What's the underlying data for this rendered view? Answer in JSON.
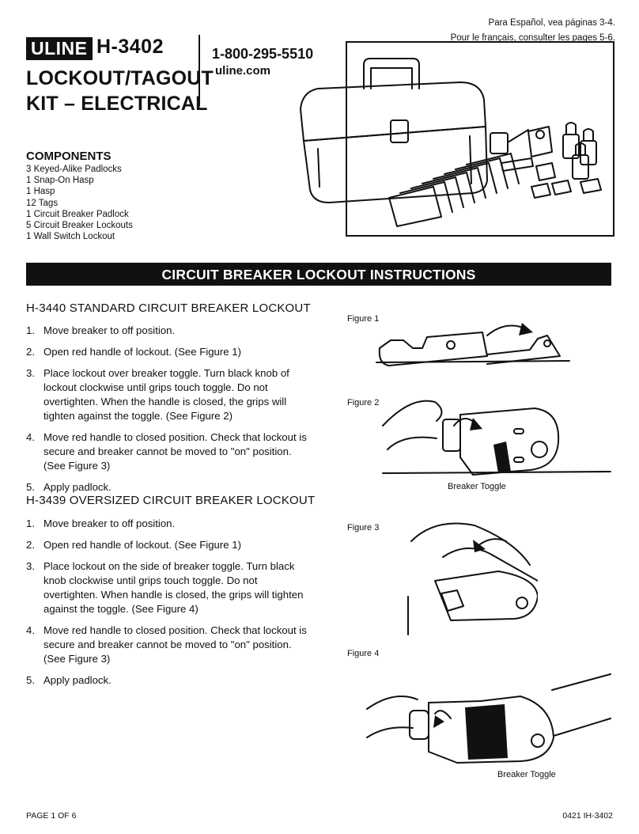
{
  "header": {
    "lang_es": "Para Español, vea páginas 3-4.",
    "lang_fr": "Pour le français, consulter les pages 5-6.",
    "logo": "ULINE",
    "model": "H-3402",
    "title_line1": "LOCKOUT/TAGOUT",
    "title_line2": "KIT – ELECTRICAL",
    "phone": "1-800-295-5510",
    "website": "uline.com"
  },
  "components": {
    "heading": "COMPONENTS",
    "items": [
      "3 Keyed-Alike Padlocks",
      "1 Snap-On Hasp",
      "1 Hasp",
      "12 Tags",
      "1 Circuit Breaker Padlock",
      "5 Circuit Breaker Lockouts",
      "1 Wall Switch Lockout"
    ]
  },
  "banner": "CIRCUIT BREAKER LOCKOUT INSTRUCTIONS",
  "section1": {
    "heading": "H-3440 STANDARD CIRCUIT BREAKER LOCKOUT",
    "steps": [
      {
        "num": "1.",
        "text": "Move breaker to off position."
      },
      {
        "num": "2.",
        "text": "Open red handle of lockout. (See Figure 1)"
      },
      {
        "num": "3.",
        "text": "Place lockout over breaker toggle. Turn black knob of lockout clockwise until grips touch toggle. Do not overtighten. When the handle is closed, the grips will tighten against the toggle. (See Figure 2)"
      },
      {
        "num": "4.",
        "text": "Move red handle to closed position. Check that lockout is secure and breaker cannot be moved to \"on\" position. (See Figure 3)"
      },
      {
        "num": "5.",
        "text": "Apply padlock."
      }
    ]
  },
  "section2": {
    "heading": "H-3439 OVERSIZED CIRCUIT BREAKER LOCKOUT",
    "steps": [
      {
        "num": "1.",
        "text": "Move breaker to off position."
      },
      {
        "num": "2.",
        "text": "Open red handle of lockout. (See Figure 1)"
      },
      {
        "num": "3.",
        "text": "Place lockout on the side of breaker toggle. Turn black knob clockwise until grips touch toggle. Do not overtighten. When handle is closed, the grips will tighten against the toggle. (See Figure 4)"
      },
      {
        "num": "4.",
        "text": "Move red handle to closed position. Check that lockout is secure and breaker cannot be moved to \"on\" position. (See Figure 3)"
      },
      {
        "num": "5.",
        "text": "Apply padlock."
      }
    ]
  },
  "figures": {
    "fig1": "Figure 1",
    "fig2": "Figure 2",
    "fig3": "Figure 3",
    "fig4": "Figure 4",
    "fig2_callout": "Breaker Toggle",
    "fig4_callout": "Breaker Toggle"
  },
  "footer": {
    "page": "PAGE 1 OF 6",
    "code": "0421 IH-3402"
  }
}
